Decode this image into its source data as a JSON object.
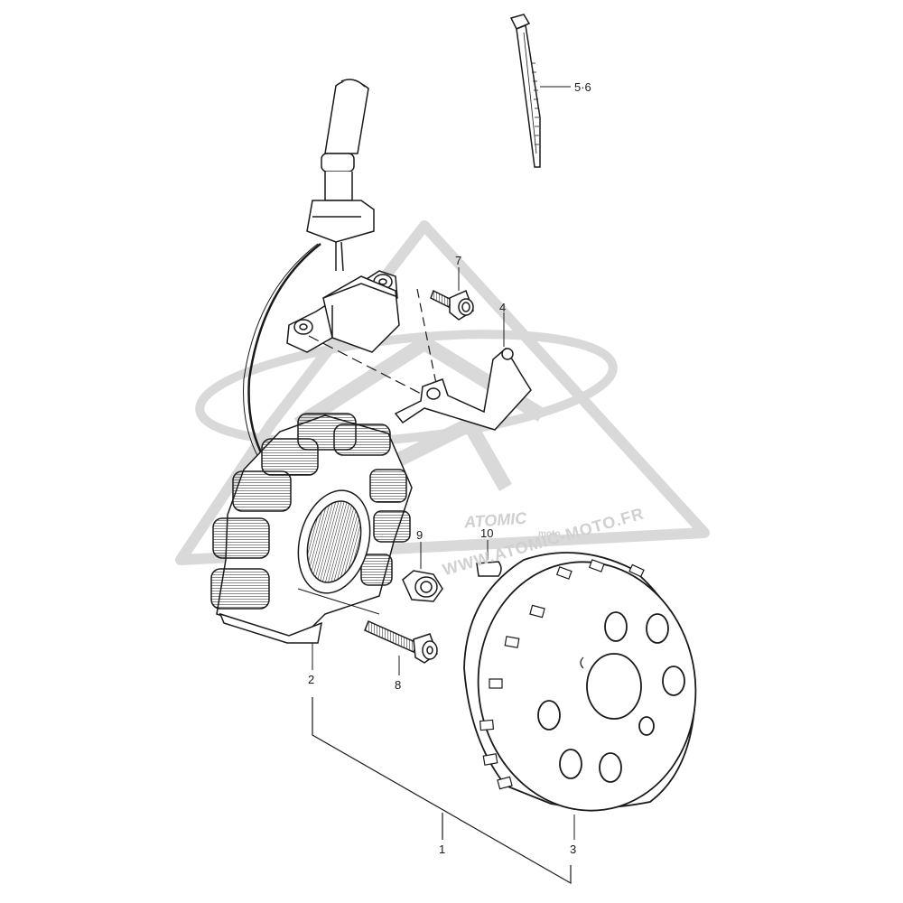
{
  "callouts": {
    "c1": "1",
    "c2": "2",
    "c3": "3",
    "c4": "4",
    "c56": "5·6",
    "c7": "7",
    "c8": "8",
    "c9": "9",
    "c10": "10"
  },
  "watermark": {
    "brand": "ATOMIC",
    "brand_sub": "moto",
    "url": "WWW.ATOMIC-MOTO.FR"
  },
  "colors": {
    "line": "#1a1a1a",
    "watermark": "#d4d4d4"
  }
}
